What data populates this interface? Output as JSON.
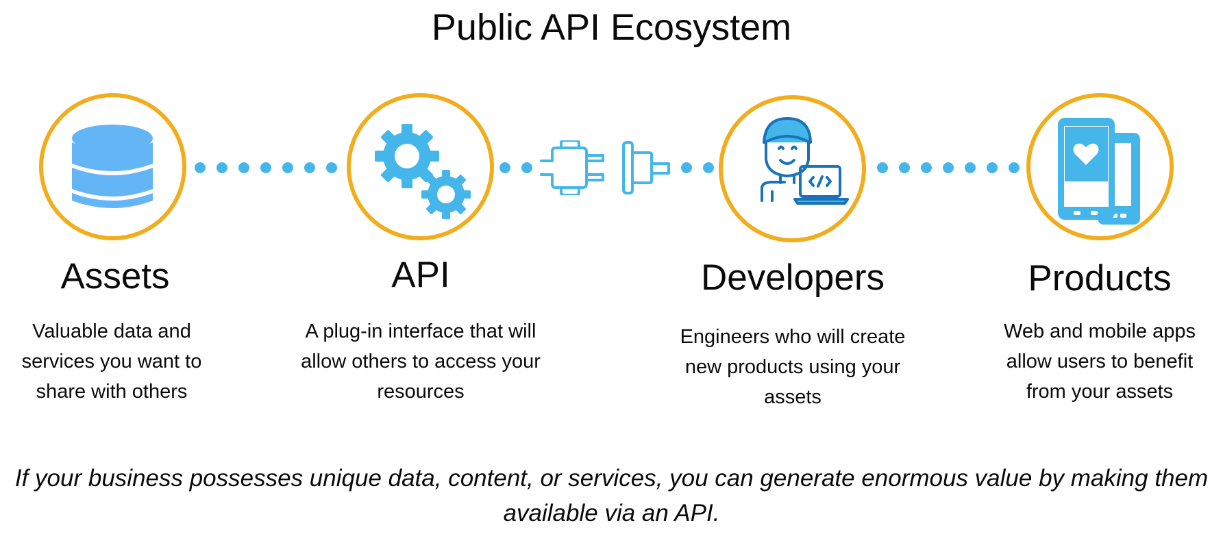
{
  "title": "Public API Ecosystem",
  "nodes": [
    {
      "name": "Assets",
      "icon": "database-icon",
      "description": "Valuable data and services you want to share with others"
    },
    {
      "name": "API",
      "icon": "gears-icon",
      "description": "A plug-in interface that will allow others to access your resources"
    },
    {
      "name": "Developers",
      "icon": "developer-laptop-icon",
      "description": "Engineers who will create new products using your assets"
    },
    {
      "name": "Products",
      "icon": "mobile-apps-icon",
      "description": "Web and mobile apps allow users to benefit from your assets"
    }
  ],
  "connector_icon": "plug-socket-icon",
  "tagline": "If your business possesses unique data, content, or services, you can generate enormous value by making them available via an API.",
  "colors": {
    "ring": "#f2ad1d",
    "icon_blue": "#45b6ea",
    "dark_blue": "#1a73b8",
    "text": "#0a0a0a"
  }
}
